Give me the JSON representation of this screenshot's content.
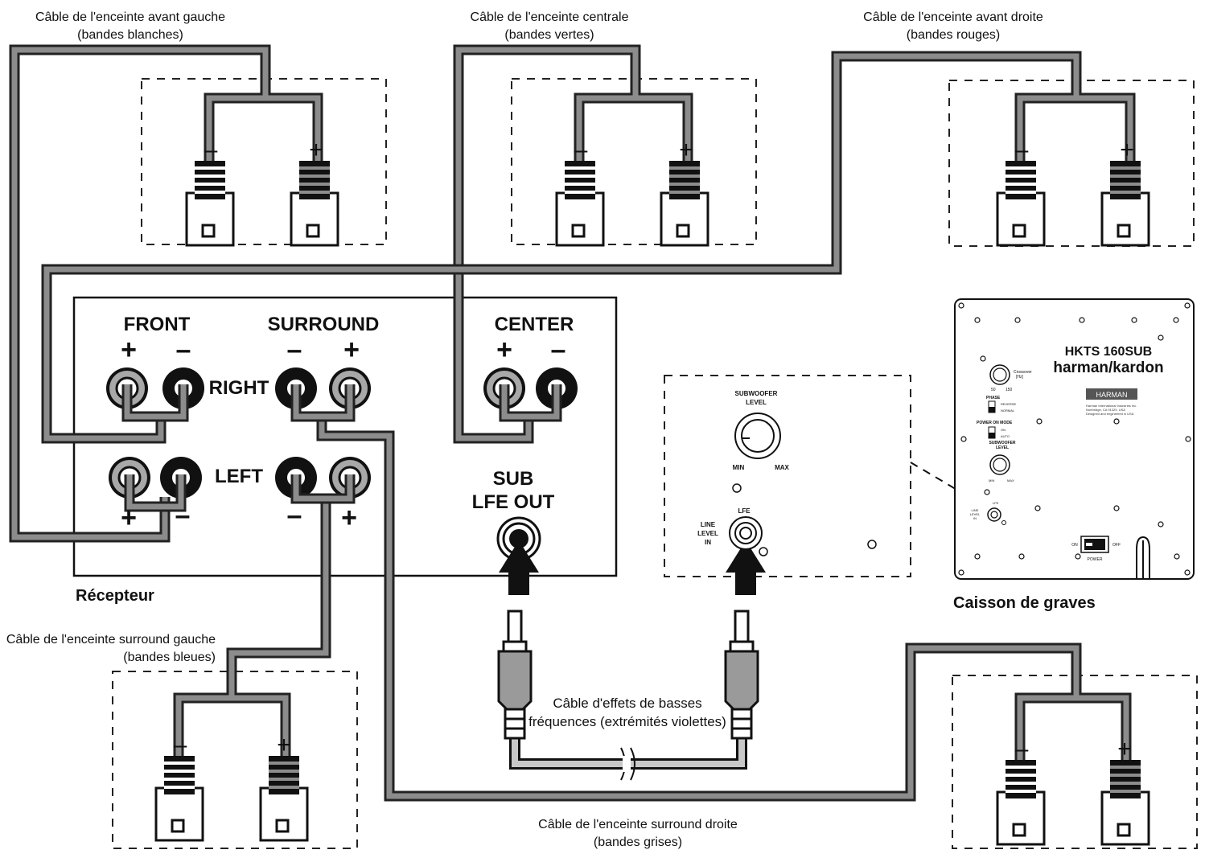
{
  "receiver": {
    "label": "Récepteur",
    "front": "FRONT",
    "surround": "SURROUND",
    "center": "CENTER",
    "right": "RIGHT",
    "left": "LEFT",
    "sub_line1": "SUB",
    "sub_line2": "LFE OUT",
    "plus": "+",
    "minus": "–"
  },
  "cables": {
    "front_left_title": "Câble de l'enceinte avant gauche",
    "front_left_sub": "(bandes blanches)",
    "center_title": "Câble de l'enceinte centrale",
    "center_sub": "(bandes vertes)",
    "front_right_title": "Câble de l'enceinte avant droite",
    "front_right_sub": "(bandes rouges)",
    "surround_left_title": "Câble de l'enceinte surround gauche",
    "surround_left_sub": "(bandes bleues)",
    "surround_right_title": "Câble de l'enceinte surround droite",
    "surround_right_sub": "(bandes grises)",
    "lfe_title": "Câble d'effets de basses",
    "lfe_sub": "fréquences (extrémités violettes)"
  },
  "speaker_terminals": {
    "minus": "–",
    "plus": "+"
  },
  "sub_closeup": {
    "level_line1": "SUBWOOFER",
    "level_line2": "LEVEL",
    "min": "MIN",
    "max": "MAX",
    "lfe": "LFE",
    "line_level_1": "LINE",
    "line_level_2": "LEVEL",
    "line_level_3": "IN"
  },
  "subwoofer_panel": {
    "model": "HKTS 160SUB",
    "brand": "harman/kardon",
    "badge": "HARMAN",
    "crossover_1": "Crossover",
    "crossover_2": "[Hz]",
    "cross_min": "50",
    "cross_max": "150",
    "phase": "PHASE",
    "reverse": "REVERSE",
    "normal": "NORMAL",
    "power_on_mode": "POWER ON MODE",
    "on": "ON",
    "auto": "AUTO",
    "sub_level_1": "SUBWOOFER",
    "sub_level_2": "LEVEL",
    "min": "MIN",
    "max": "MAX",
    "lfe": "LFE",
    "line_1": "LINE",
    "line_2": "LEVEL",
    "line_3": "IN",
    "power_on": "ON",
    "power_off": "OFF",
    "power": "POWER",
    "address_1": "Harman International Industries Inc.",
    "address_2": "Northridge, CA 91329, USA",
    "address_3": "Designed and engineered in USA",
    "caption": "Caisson de graves"
  },
  "colors": {
    "cable": "#222222",
    "cable_inner": "#8c8c8c",
    "lfe_cable": "#bdbdbd"
  }
}
